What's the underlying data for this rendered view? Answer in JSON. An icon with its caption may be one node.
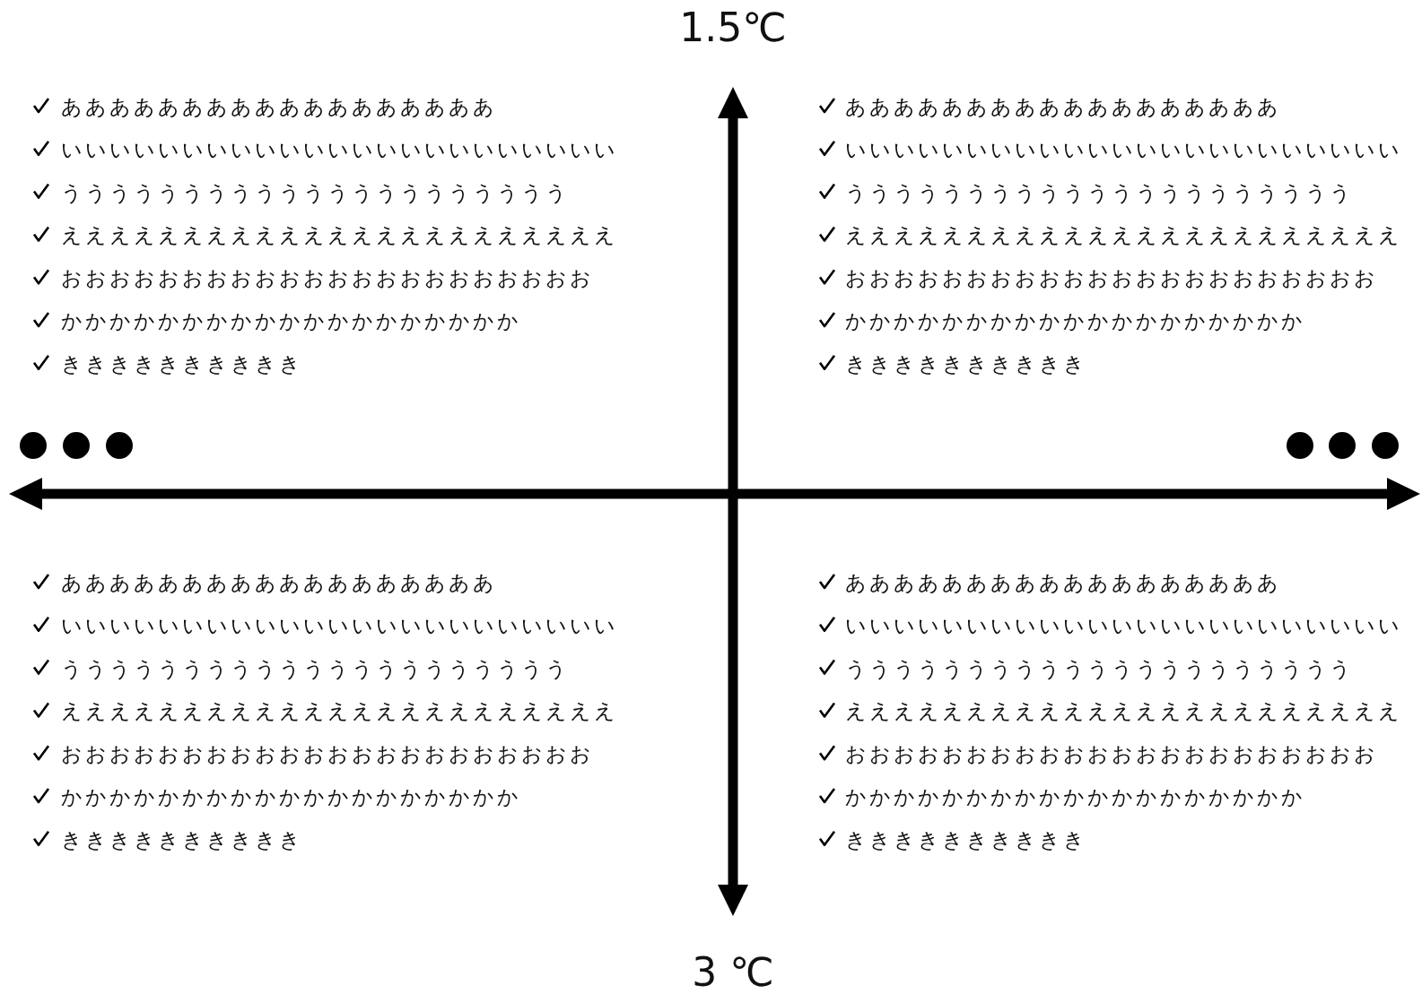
{
  "diagram": {
    "labels": [
      "1.5℃",
      "ああああああああああああああああああ",
      "いいいいいいいいいいいいいいいいいいいいいいい",
      "ううううううううううううううううううううう",
      "えええええええええええええええええええええええ",
      "おおおおおおおおおおおおおおおおおおおおおお",
      "かかかかかかかかかかかかかかかかかかか",
      "きききききききききき",
      "ああああああああああああああああああ",
      "いいいいいいいいいいいいいいいいいいいいいいい",
      "ううううううううううううううううううううう",
      "えええええええええええええええええええええええ",
      "おおおおおおおおおおおおおおおおおおおおおお",
      "かかかかかかかかかかかかかかかかかかか",
      "きききききききききき",
      "ああああああああああああああああああ",
      "いいいいいいいいいいいいいいいいいいいいいいい",
      "ううううううううううううううううううううう",
      "えええええええええええええええええええええええ",
      "おおおおおおおおおおおおおおおおおおおおおお",
      "かかかかかかかかかかかかかかかかかかか",
      "きききききききききき",
      "ああああああああああああああああああ",
      "いいいいいいいいいいいいいいいいいいいいいいい",
      "ううううううううううううううううううううう",
      "えええええええええええええええええええええええ",
      "おおおおおおおおおおおおおおおおおおおおおお",
      "かかかかかかかかかかかかかかかかかかか",
      "きききききききききき",
      "3 ℃"
    ]
  }
}
